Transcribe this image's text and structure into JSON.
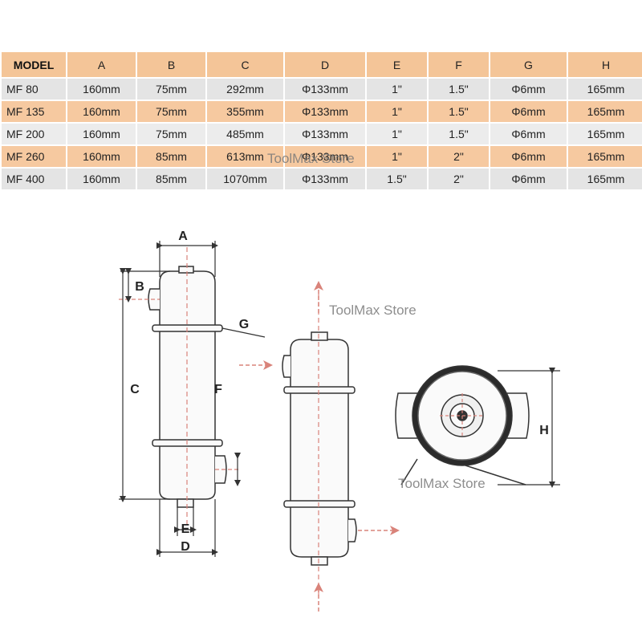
{
  "table": {
    "headers": [
      "MODEL",
      "A",
      "B",
      "C",
      "D",
      "E",
      "F",
      "G",
      "H"
    ],
    "rows": [
      [
        "MF 80",
        "160mm",
        "75mm",
        "292mm",
        "Φ133mm",
        "1\"",
        "1.5\"",
        "Φ6mm",
        "165mm"
      ],
      [
        "MF 135",
        "160mm",
        "75mm",
        "355mm",
        "Φ133mm",
        "1\"",
        "1.5\"",
        "Φ6mm",
        "165mm"
      ],
      [
        "MF 200",
        "160mm",
        "75mm",
        "485mm",
        "Φ133mm",
        "1\"",
        "1.5\"",
        "Φ6mm",
        "165mm"
      ],
      [
        "MF 260",
        "160mm",
        "85mm",
        "613mm",
        "Φ133mm",
        "1\"",
        "2\"",
        "Φ6mm",
        "165mm"
      ],
      [
        "MF 400",
        "160mm",
        "85mm",
        "1070mm",
        "Φ133mm",
        "1.5\"",
        "2\"",
        "Φ6mm",
        "165mm"
      ]
    ]
  },
  "watermarks": [
    "ToolMax Store",
    "ToolMax Store",
    "ToolMax Store"
  ],
  "labels": {
    "a": "A",
    "b": "B",
    "c": "C",
    "d": "D",
    "e": "E",
    "f": "F",
    "g": "G",
    "h": "H"
  },
  "colors": {
    "header": "#f4c598",
    "row_orange": "#f6c9a0",
    "row_gray": "#e4e4e4",
    "arrow": "#d9837a",
    "line": "#333333"
  }
}
